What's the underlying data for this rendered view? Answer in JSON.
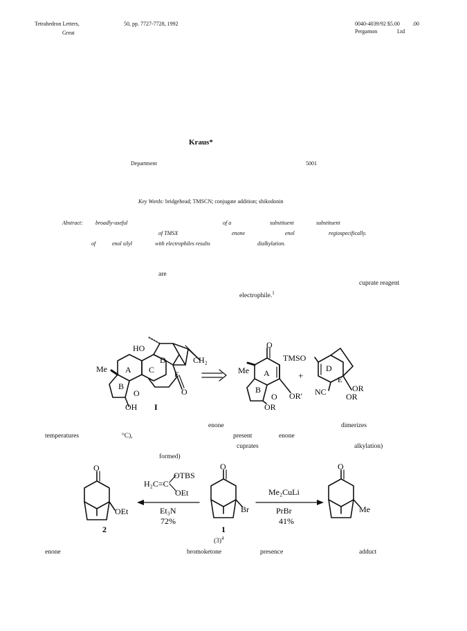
{
  "header": {
    "journal": "Tetrahedron Letters,",
    "printed": "Great",
    "volume_pages": "50, pp. 7727-7728, 1992",
    "code": "0040-4039/92 $5.00",
    "code_suffix": ".00",
    "publisher": "Pergamon",
    "publisher_suffix": "Ltd"
  },
  "author": "Kraus*",
  "affiliation": {
    "dept": "Department",
    "zip": "5001"
  },
  "keywords": {
    "label": "Key Words:",
    "text": "bridgehead; TMSCN; conjugate addition; shikodonin"
  },
  "abstract": {
    "label": "Abstract:",
    "l1a": "broadly-useful",
    "l1b": "of a",
    "l1c": "substituent",
    "l1d": "substituent",
    "l2a": "of TMSX",
    "l2b": "enone",
    "l2c": "enol",
    "l2d": "regiospecifically.",
    "l3a": "of",
    "l3b": "enol silyl",
    "l3c": "with electrophiles results",
    "l3d": "dialkylation."
  },
  "intro": {
    "are": "are",
    "cuprate": "cuprate reagent",
    "electrophile": "electrophile.",
    "ref1": "1"
  },
  "scheme1": {
    "labels": {
      "ho": "HO",
      "me": "Me",
      "ring_a": "A",
      "ring_b": "B",
      "ring_c": "C",
      "ring_d": "D",
      "ring_e": "E",
      "ch2": "CH₂",
      "oh": "OH",
      "compound": "I",
      "o": "O",
      "tmso": "TMSO",
      "or_prime": "OR'",
      "or": "OR",
      "nc": "NC",
      "plus": "+"
    }
  },
  "para2": {
    "enone": "enone",
    "dimerizes": "dimerizes",
    "temperatures": "temperatures",
    "degc": "°C),",
    "present": "present",
    "enone2": "enone",
    "cuprates": "cuprates",
    "alkylation": "alkylation)",
    "formed": "formed)"
  },
  "scheme2": {
    "labels": {
      "o": "O",
      "oet": "OEt",
      "cmpd2": "2",
      "reagent1": "H₂C=C",
      "otbs": "OTBS",
      "oet_r": "OEt",
      "et3n": "Et₃N",
      "yield1": "72%",
      "br": "Br",
      "cmpd1": "1",
      "me2culi": "Me₂CuLi",
      "prbr": "PrBr",
      "yield2": "41%",
      "me": "Me"
    },
    "eq": "(3)",
    "eq_ref": "4"
  },
  "footer": {
    "enone": "enone",
    "bromoketone": "bromoketone",
    "presence": "presence",
    "adduct": "adduct"
  }
}
